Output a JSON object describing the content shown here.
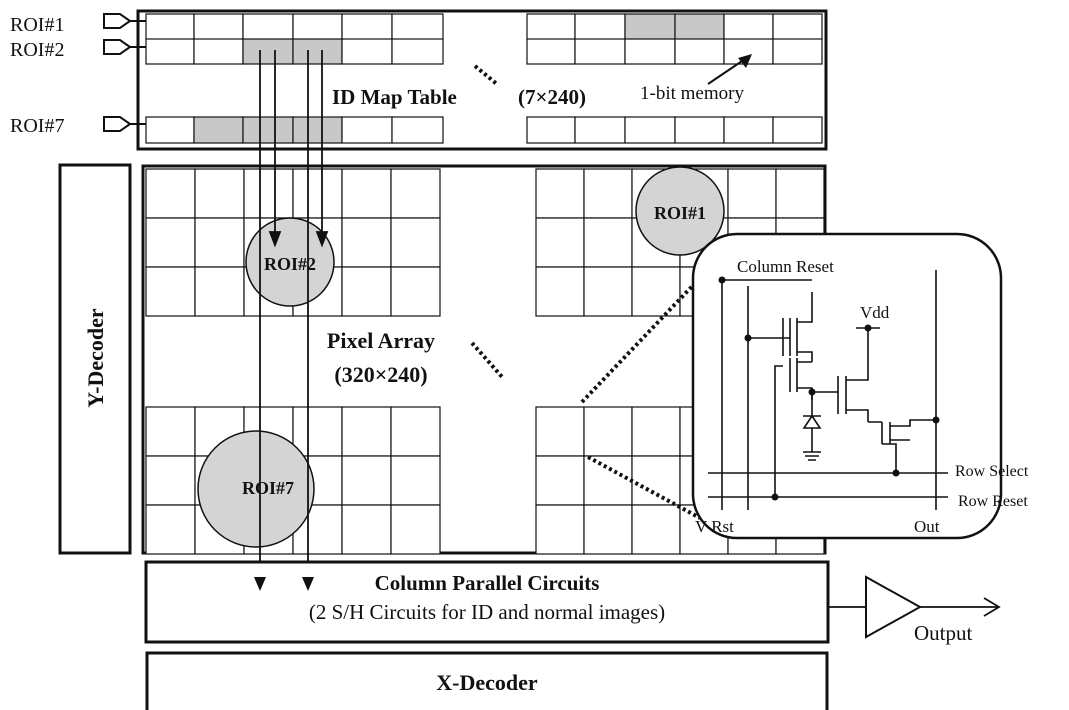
{
  "roi_inputs": [
    "ROI#1",
    "ROI#2",
    "ROI#7"
  ],
  "id_map": {
    "title": "ID Map Table",
    "size": "(7×240)",
    "memory_label": "1-bit memory"
  },
  "y_decoder": "Y-Decoder",
  "pixel_array": {
    "title": "Pixel Array",
    "size": "(320×240)",
    "roi_labels": [
      "ROI#1",
      "ROI#2",
      "ROI#7"
    ]
  },
  "circuit": {
    "column_reset": "Column Reset",
    "vdd": "Vdd",
    "row_select": "Row Select",
    "row_reset": "Row Reset",
    "v_rst": "V Rst",
    "out": "Out"
  },
  "column_parallel": {
    "title": "Column Parallel Circuits",
    "subtitle": "(2 S/H Circuits for ID and normal images)"
  },
  "output": "Output",
  "x_decoder": "X-Decoder",
  "colors": {
    "line": "#111111",
    "cell_fill": "#c8c8c8",
    "roi_fill": "#d4d4d4"
  }
}
